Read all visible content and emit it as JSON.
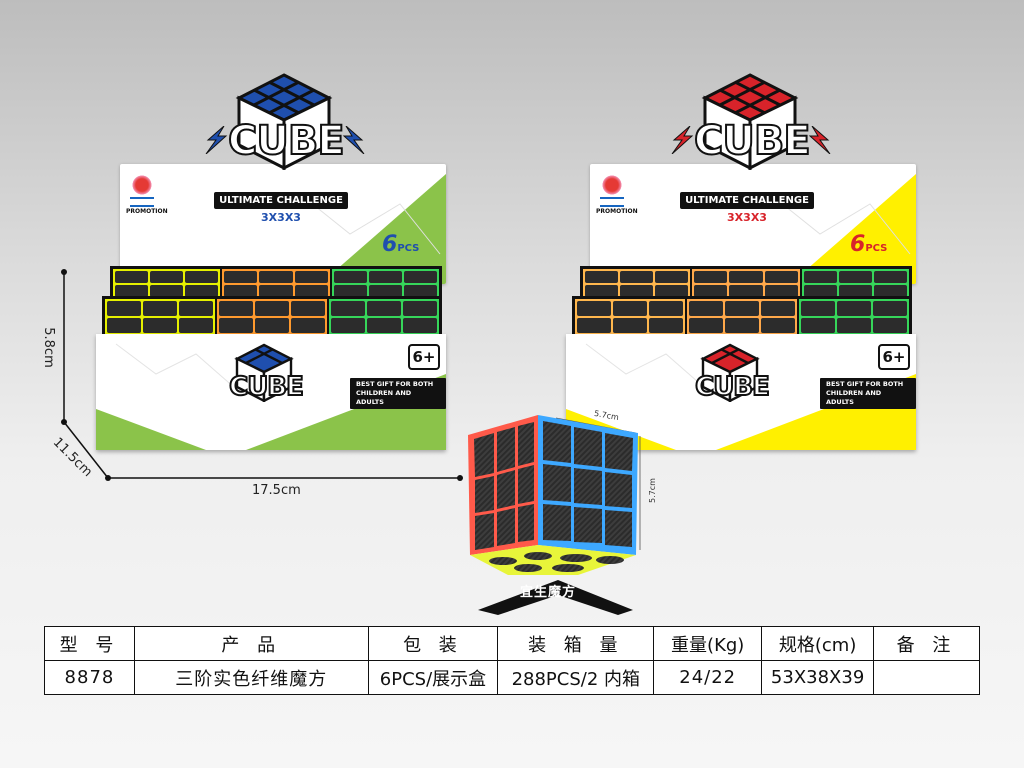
{
  "colors": {
    "green_accent": "#8bc34a",
    "yellow_accent": "#fff000",
    "blue_cube": "#1f4fae",
    "red_cube": "#d8232a"
  },
  "box_green": {
    "brand": "CUBE",
    "promo_text": "PROMOTION",
    "banner": "ULTIMATE CHALLENGE",
    "subtitle": "3X3X3",
    "count": "6",
    "count_unit": "PCS",
    "gift_line1": "BEST GIFT FOR BOTH",
    "gift_line2": "CHILDREN AND ADULTS",
    "age": "6+"
  },
  "box_yellow": {
    "brand": "CUBE",
    "promo_text": "PROMOTION",
    "banner": "ULTIMATE CHALLENGE",
    "subtitle": "3X3X3",
    "count": "6",
    "count_unit": "PCS",
    "gift_line1": "BEST GIFT FOR BOTH",
    "gift_line2": "CHILDREN AND ADULTS",
    "age": "6+"
  },
  "dimensions": {
    "height": "5.8cm",
    "depth": "11.5cm",
    "width": "17.5cm",
    "cube_width": "5.7cm",
    "cube_height": "5.7cm"
  },
  "stand_label": "宜生魔方",
  "table": {
    "headers": [
      "型 号",
      "产 品",
      "包 装",
      "装 箱 量",
      "重量(Kg)",
      "规格(cm)",
      "备 注"
    ],
    "rows": [
      [
        "8878",
        "三阶实色纤维魔方",
        "6PCS/展示盒",
        "288PCS/2 内箱",
        "24/22",
        "53X38X39",
        ""
      ]
    ]
  }
}
